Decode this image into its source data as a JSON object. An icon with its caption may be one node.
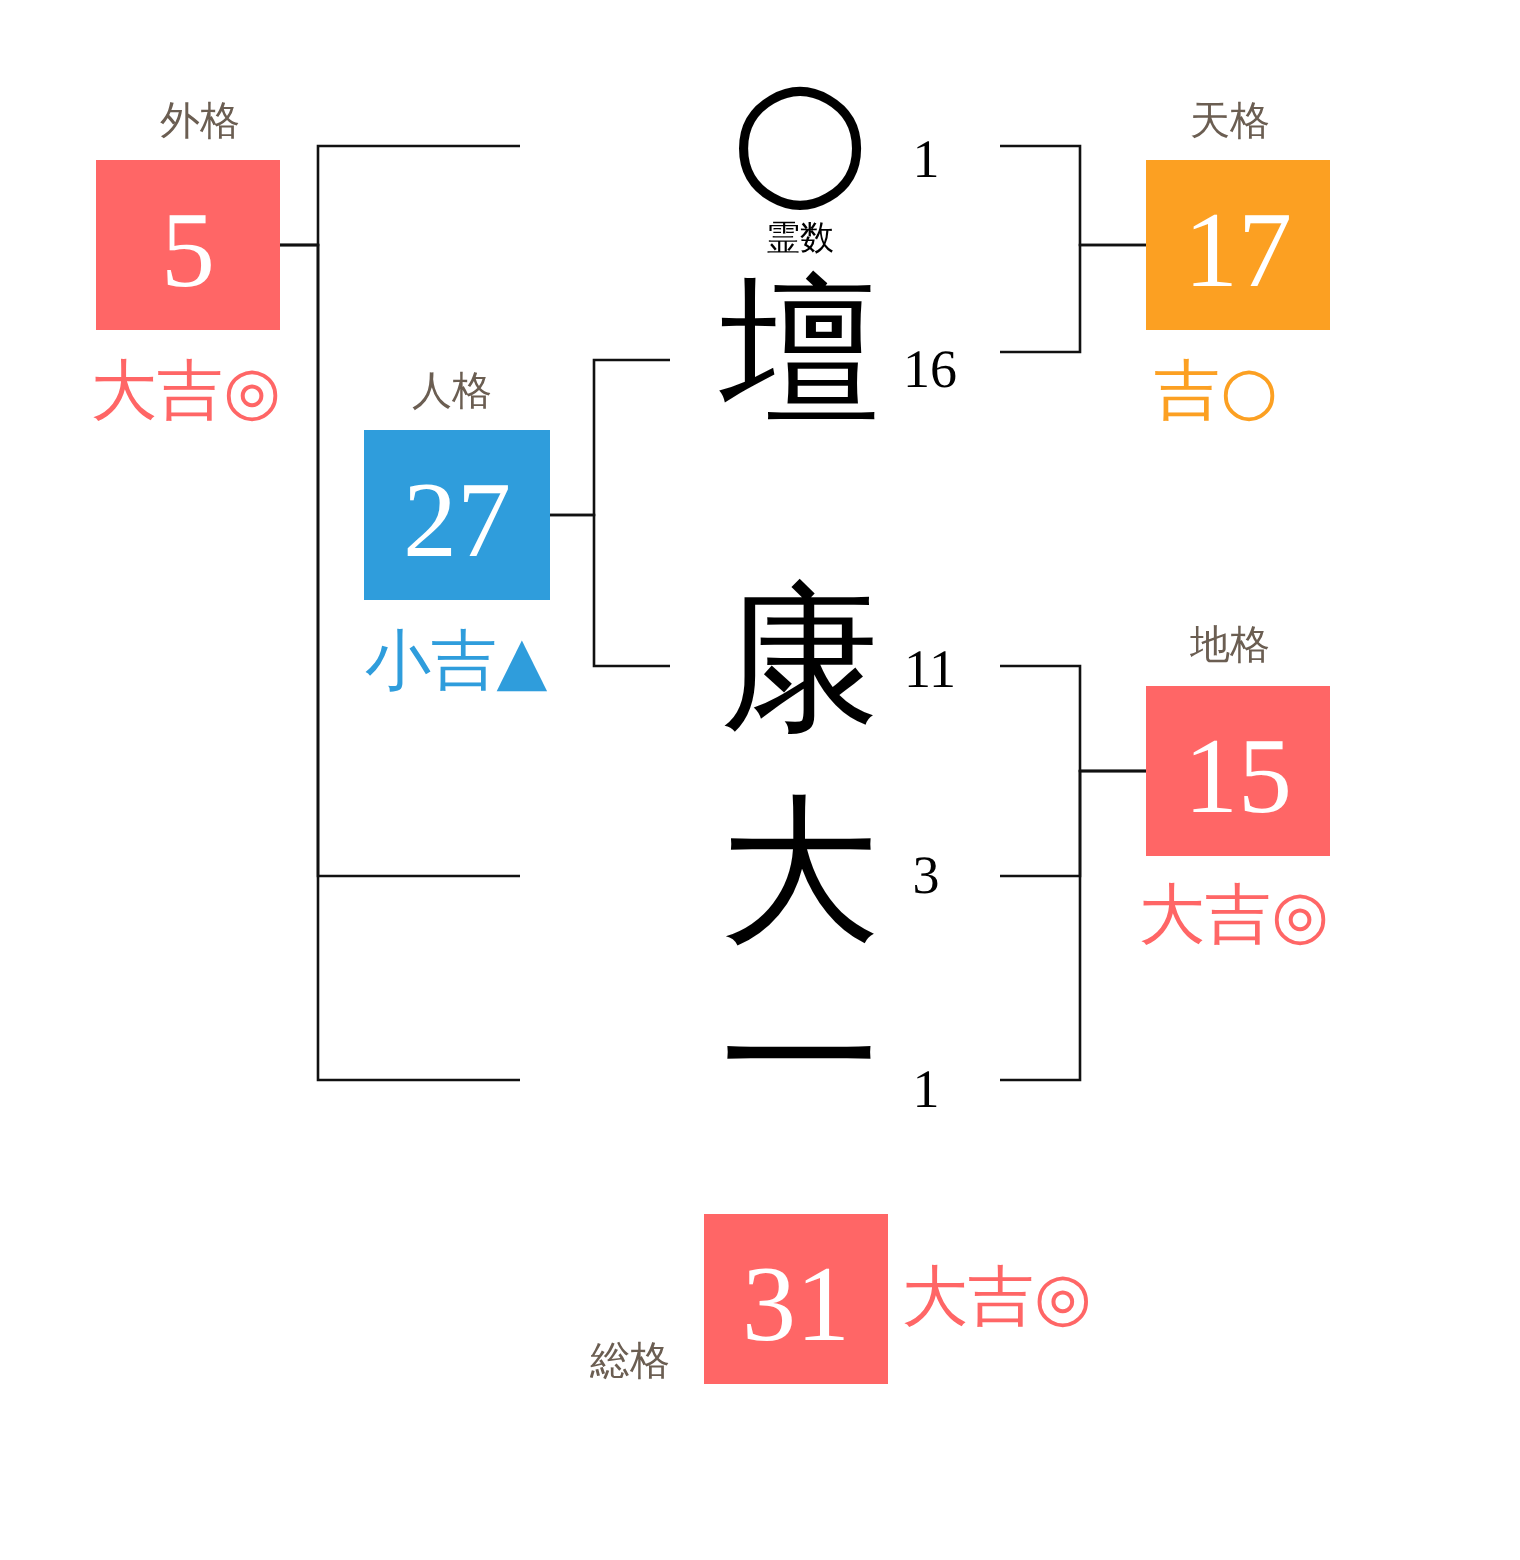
{
  "diagram": {
    "nodes": [
      {
        "text": [
          "外格",
          "5"
        ],
        "beside": [
          "大吉◎"
        ]
      },
      {
        "text": [
          "天格",
          "17"
        ],
        "beside": [
          "吉○"
        ]
      },
      {
        "text": [
          "人格",
          "27"
        ],
        "beside": [
          "小吉▲"
        ]
      },
      {
        "text": [
          "地格",
          "15"
        ],
        "beside": [
          "大吉◎"
        ]
      },
      {
        "text": [
          "総格",
          "31"
        ],
        "beside": [
          "大吉◎"
        ]
      },
      {
        "text": [
          "○"
        ],
        "beside": [
          "1",
          "霊数"
        ]
      },
      {
        "text": [
          "壇"
        ],
        "beside": [
          "16"
        ]
      },
      {
        "text": [
          "康"
        ],
        "beside": [
          "11"
        ]
      },
      {
        "text": [
          "大"
        ],
        "beside": [
          "3"
        ]
      },
      {
        "text": [
          "一"
        ],
        "beside": [
          "1"
        ]
      }
    ],
    "edges": [
      {
        "from": null,
        "to": 0,
        "arrow": "none"
      },
      {
        "from": null,
        "to": 0,
        "arrow": "none"
      },
      {
        "from": null,
        "to": 0,
        "arrow": "none"
      },
      {
        "from": 5,
        "to": 1,
        "arrow": "none"
      },
      {
        "from": 6,
        "to": 1,
        "arrow": "none"
      },
      {
        "from": 6,
        "to": 2,
        "arrow": "none"
      },
      {
        "from": 7,
        "to": 2,
        "arrow": "none"
      },
      {
        "from": 7,
        "to": 3,
        "arrow": "none"
      },
      {
        "from": 8,
        "to": 3,
        "arrow": "none"
      },
      {
        "from": 9,
        "to": 3,
        "arrow": "none"
      }
    ]
  }
}
